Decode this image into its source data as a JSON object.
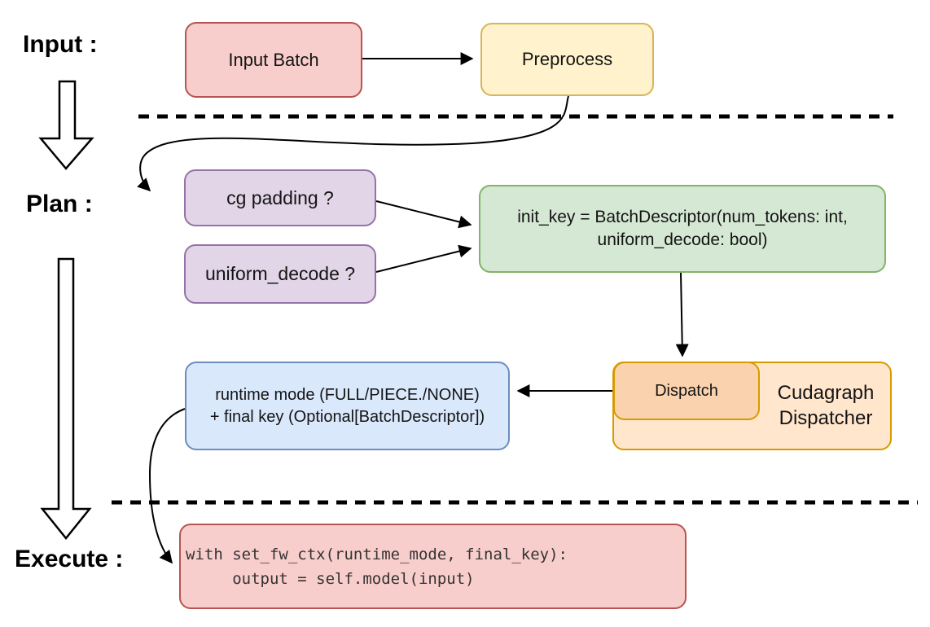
{
  "colors": {
    "red_fill": "#f8cecc",
    "red_stroke": "#b85450",
    "yellow_fill": "#fff2cc",
    "yellow_stroke": "#d6b656",
    "purple_fill": "#e1d5e7",
    "purple_stroke": "#9673a6",
    "green_fill": "#d5e8d4",
    "green_stroke": "#82b366",
    "blue_fill": "#dae8fc",
    "blue_stroke": "#6c8ebf",
    "orange_fill": "#ffe6cc",
    "orange_stroke": "#d79b00",
    "peach_fill": "#fad2ae",
    "edge_color": "#000000"
  },
  "diagram": {
    "stages": {
      "input": {
        "label": "Input :"
      },
      "plan": {
        "label": "Plan :"
      },
      "execute": {
        "label": "Execute :"
      }
    },
    "nodes": {
      "input_batch": {
        "label": "Input Batch"
      },
      "preprocess": {
        "label": "Preprocess"
      },
      "cg_padding": {
        "label": "cg padding ?"
      },
      "uniform_decode": {
        "label": "uniform_decode ?"
      },
      "init_key": {
        "line1": "init_key = BatchDescriptor(num_tokens: int,",
        "line2": "uniform_decode: bool)"
      },
      "runtime_mode": {
        "line1": "runtime mode (FULL/PIECE./NONE)",
        "line2": "+ final key (Optional[BatchDescriptor])"
      },
      "dispatch": {
        "label": "Dispatch"
      },
      "cudagraph_dispatcher": {
        "line1": "Cudagraph",
        "line2": "Dispatcher"
      },
      "execute_code": {
        "line1": "with set_fw_ctx(runtime_mode, final_key):",
        "line2": "     output = self.model(input)"
      }
    }
  }
}
